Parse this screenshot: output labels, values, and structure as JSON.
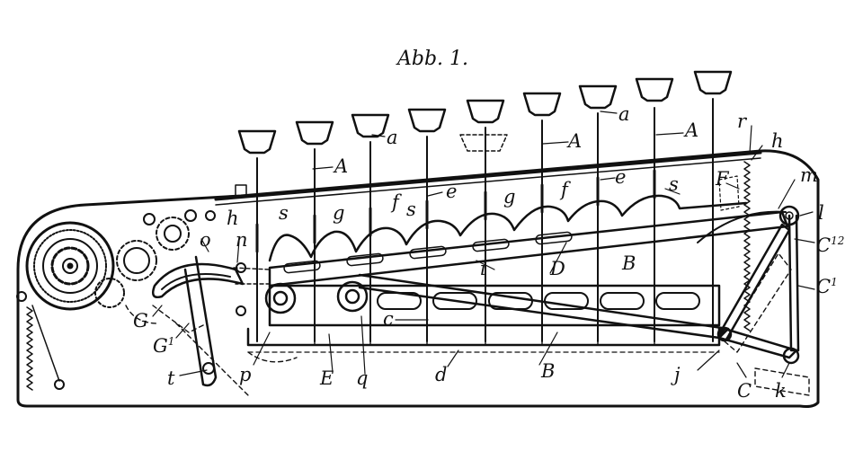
{
  "figure": {
    "title": "Abb. 1.",
    "colors": {
      "ink": "#111111",
      "paper": "#ffffff"
    }
  },
  "labels": {
    "A1": "A",
    "A2": "A",
    "A3": "A",
    "a1": "a",
    "a2": "a",
    "B1": "B",
    "B2": "B",
    "C": "C",
    "C1": "C",
    "C1sup": "1",
    "C2": "C",
    "C2sup": "12",
    "c": "c",
    "D": "D",
    "d": "d",
    "E": "E",
    "e1": "e",
    "e2": "e",
    "F": "F",
    "f1": "f",
    "f2": "f",
    "G": "G",
    "G1": "G",
    "G1sup": "1",
    "g1": "g",
    "g2": "g",
    "h1": "h",
    "h2": "h",
    "i": "i",
    "j": "j",
    "k": "k",
    "l": "l",
    "m": "m",
    "n": "n",
    "o": "o",
    "p": "p",
    "q": "q",
    "r": "r",
    "s1": "s",
    "s2": "s",
    "s3": "s",
    "t": "t"
  }
}
